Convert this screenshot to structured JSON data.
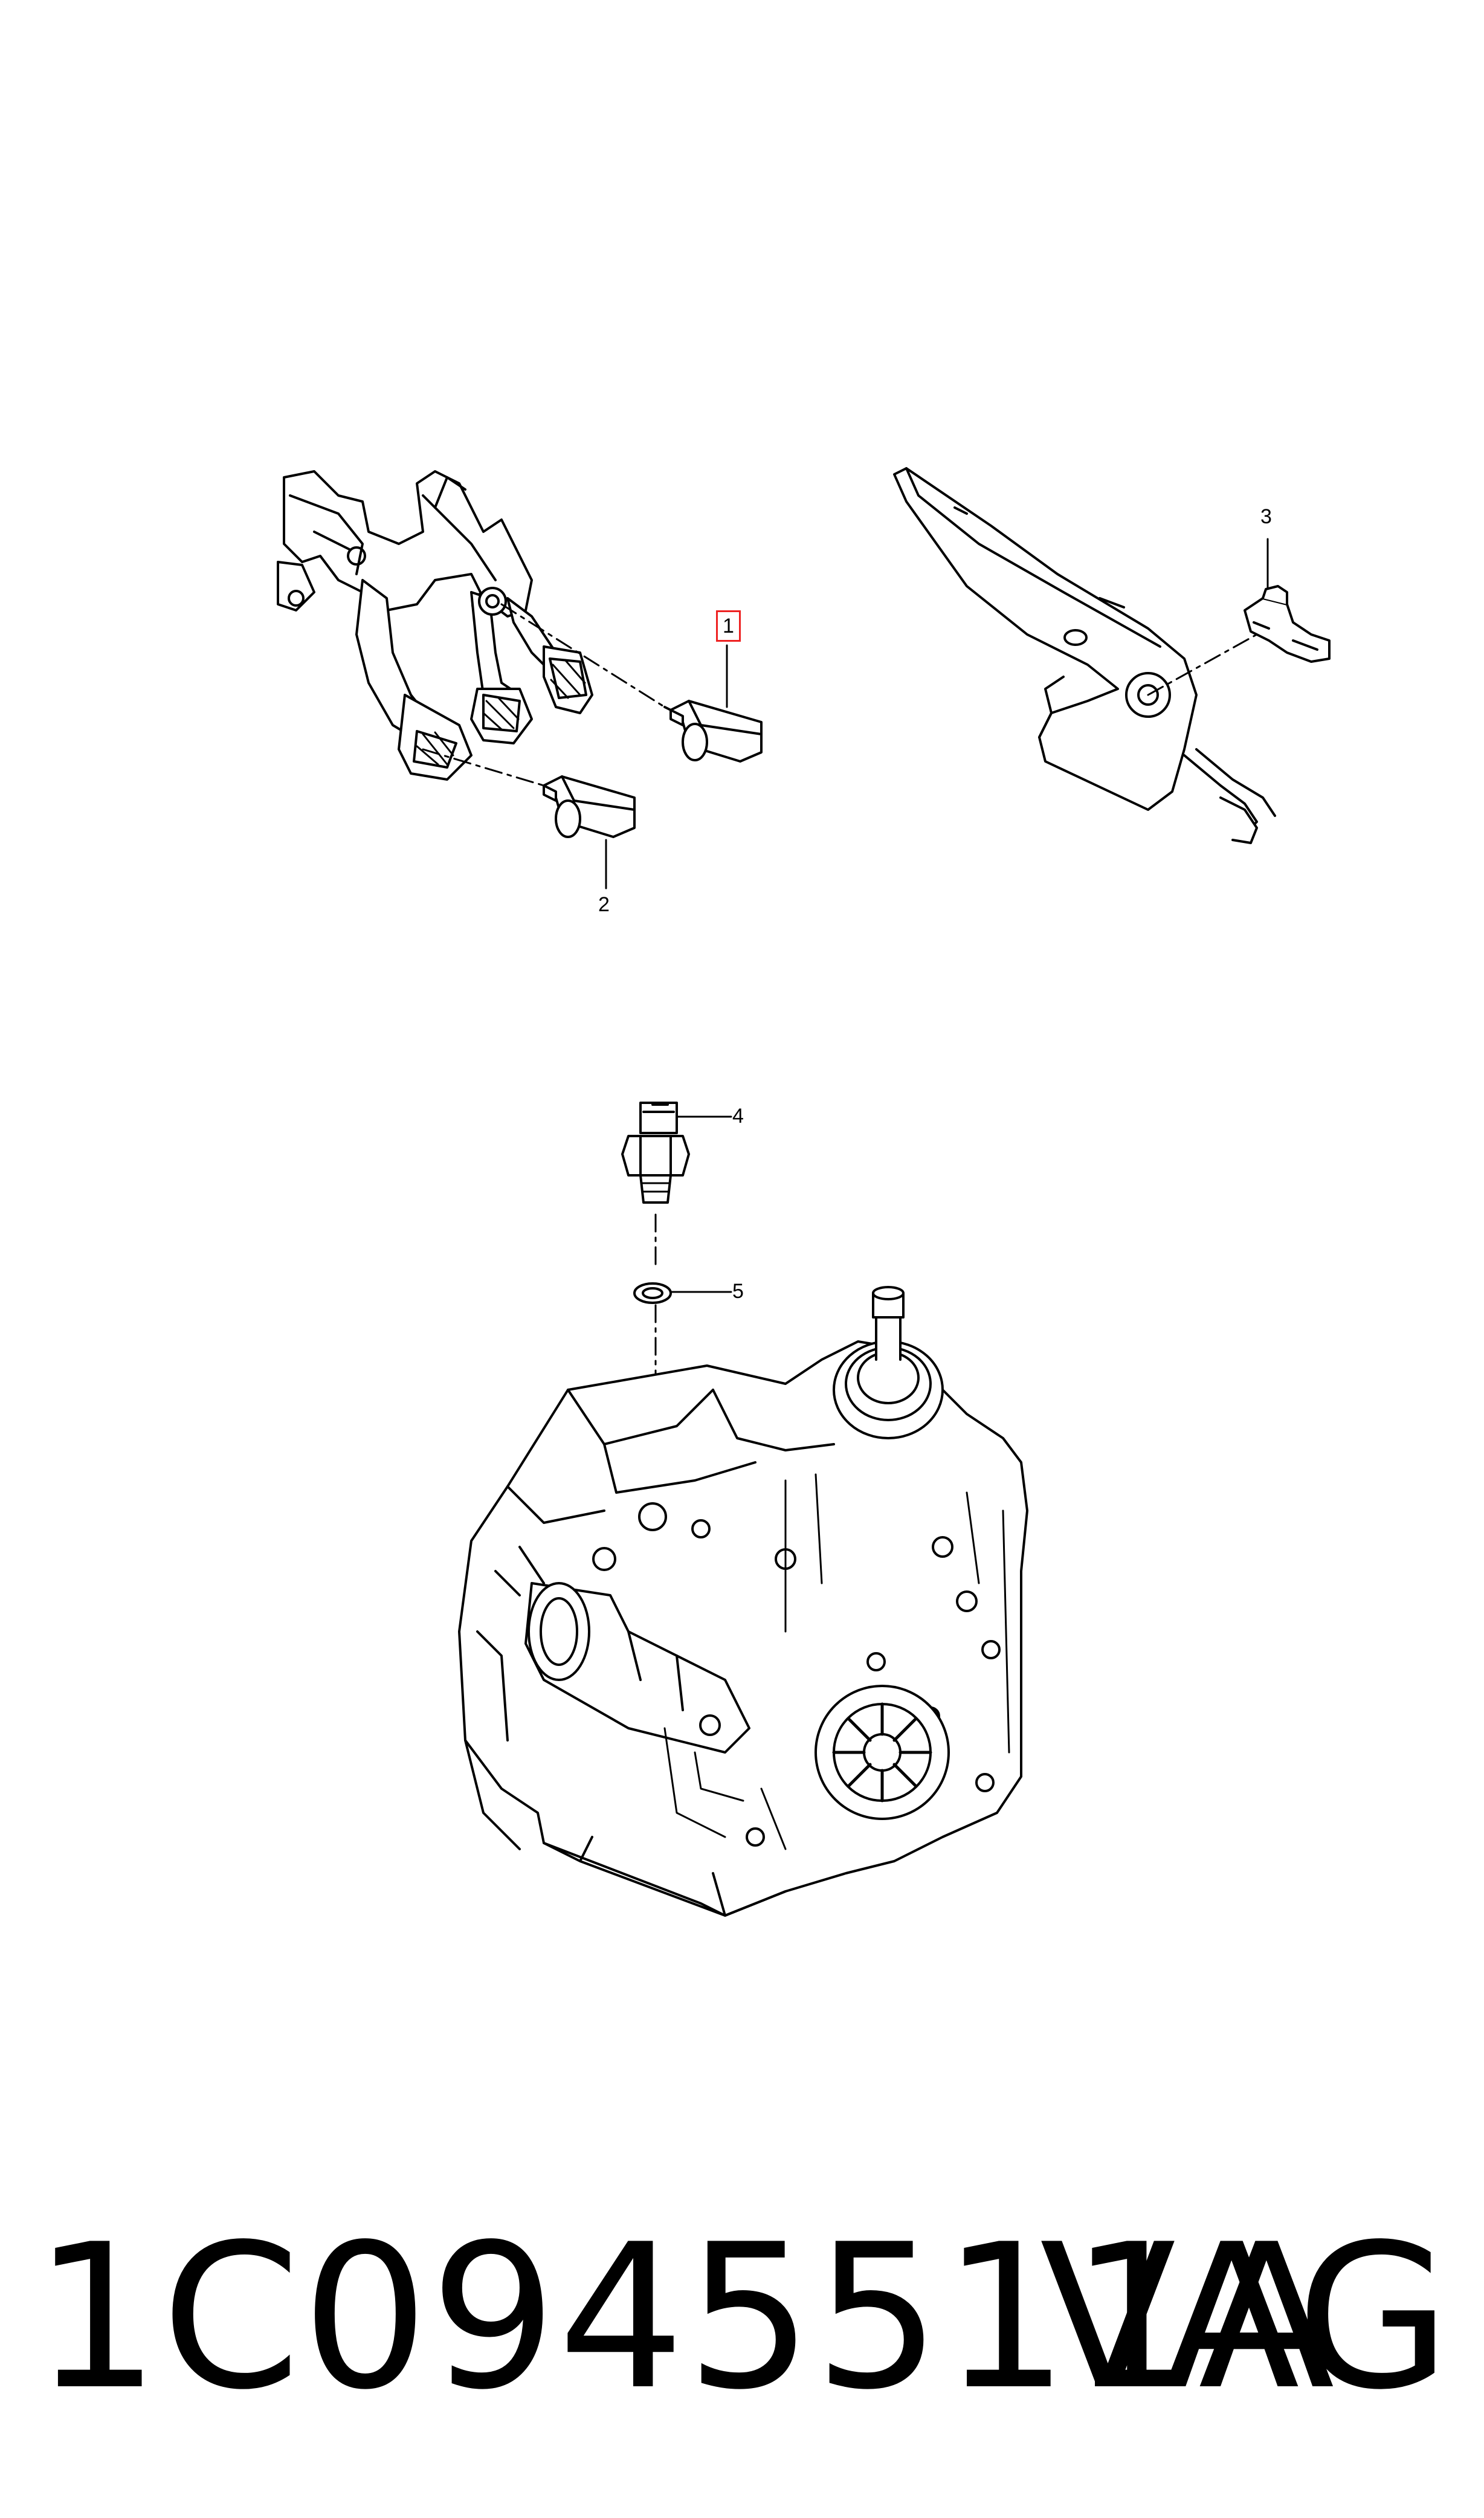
{
  "callouts": [
    {
      "id": "1",
      "label": "1",
      "highlighted": true
    },
    {
      "id": "2",
      "label": "2",
      "highlighted": false
    },
    {
      "id": "3",
      "label": "3",
      "highlighted": false
    },
    {
      "id": "4",
      "label": "4",
      "highlighted": false
    },
    {
      "id": "5",
      "label": "5",
      "highlighted": false
    }
  ],
  "footer": {
    "part_number": "1C0945511A",
    "brand": "VAG"
  },
  "colors": {
    "line": "#000000",
    "highlight_box": "#e22222",
    "background": "#ffffff"
  }
}
